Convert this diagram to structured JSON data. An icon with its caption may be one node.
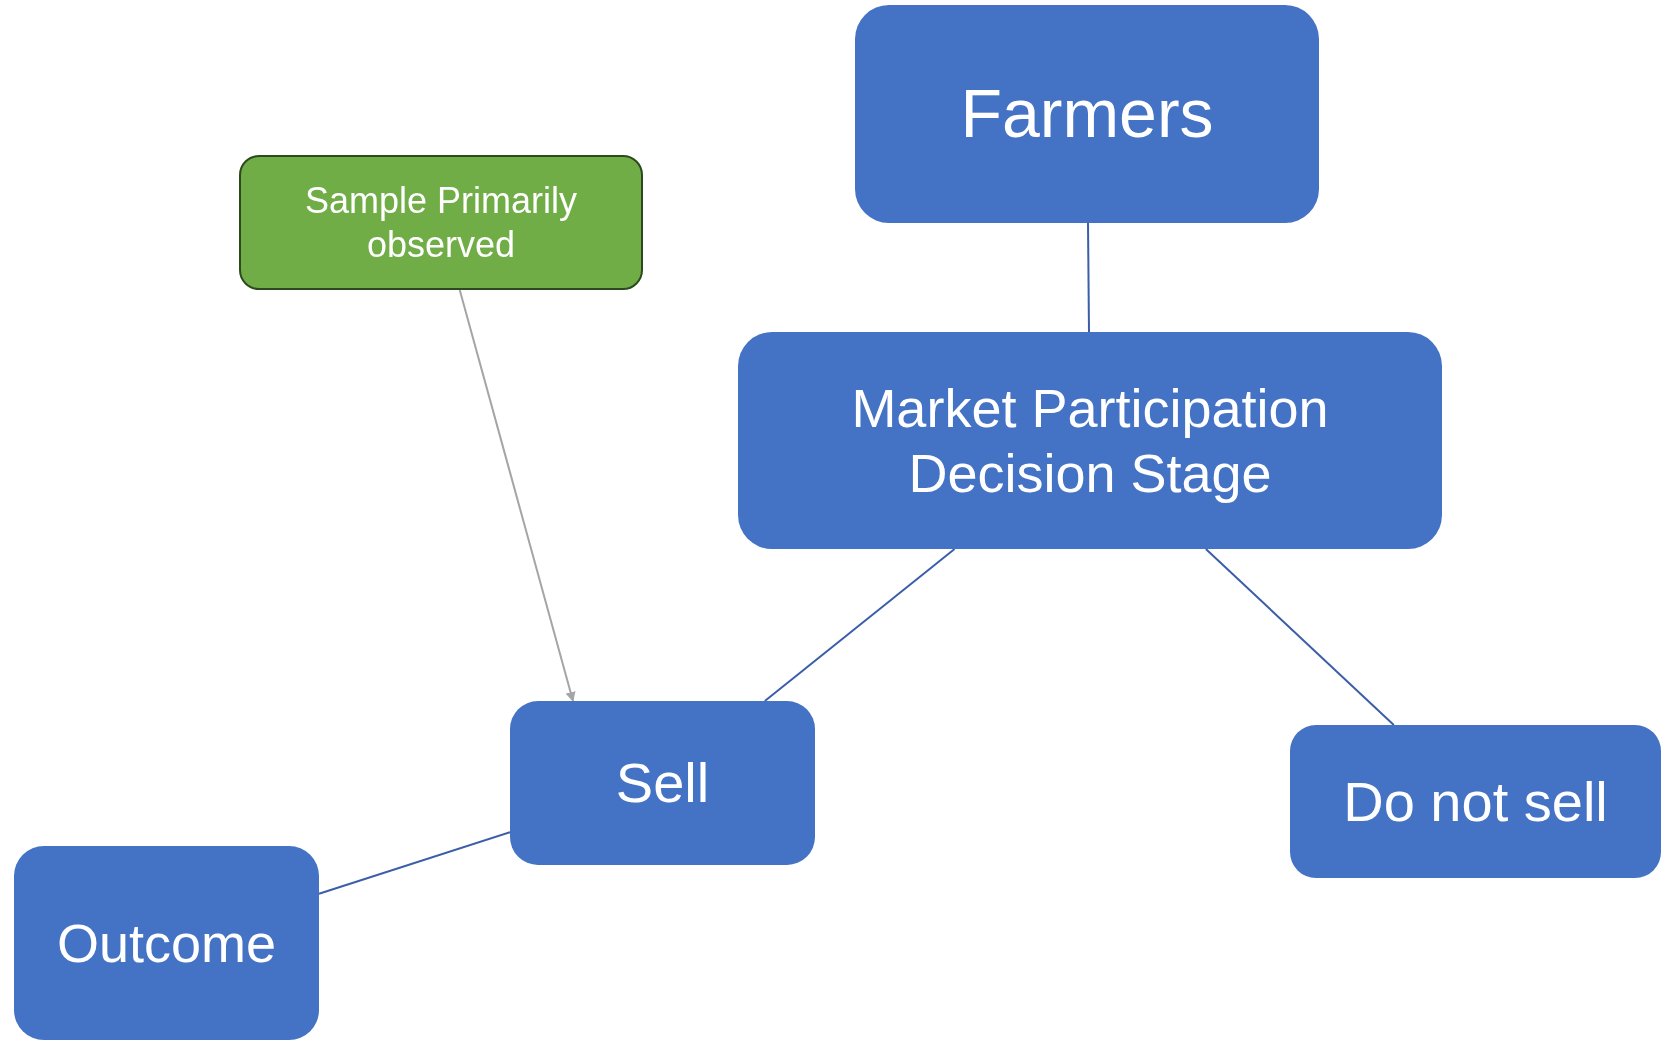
{
  "diagram": {
    "nodes": [
      {
        "text": [
          "Farmers"
        ]
      },
      {
        "text": [
          "Sample Primarily observed"
        ]
      },
      {
        "text": [
          "Market Participation Decision Stage"
        ]
      },
      {
        "text": [
          "Sell"
        ]
      },
      {
        "text": [
          "Do not sell"
        ]
      },
      {
        "text": [
          "Outcome"
        ]
      }
    ],
    "edges": [
      {
        "from": 0,
        "to": 2,
        "arrow": "none"
      },
      {
        "from": 2,
        "to": 3,
        "arrow": "none"
      },
      {
        "from": 2,
        "to": 4,
        "arrow": "none"
      },
      {
        "from": 3,
        "to": 5,
        "arrow": "none"
      },
      {
        "from": 1,
        "to": 3,
        "arrow": "to",
        "color": "#a5a5a5"
      }
    ]
  }
}
